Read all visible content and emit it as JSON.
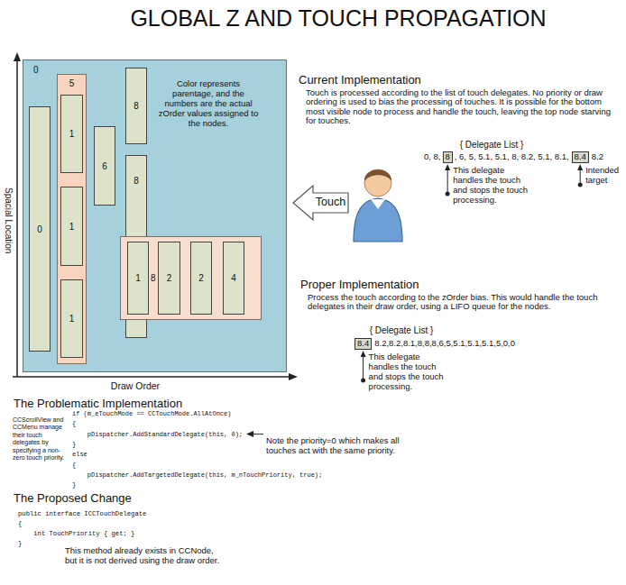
{
  "diagram": {
    "title": "GLOBAL Z AND TOUCH PROPAGATION",
    "nodes": [
      {
        "text": [
          "0"
        ]
      },
      {
        "text": [
          "0"
        ],
        "in": 0
      },
      {
        "text": [
          "5"
        ],
        "in": 0
      },
      {
        "text": [
          "1"
        ],
        "in": 2
      },
      {
        "text": [
          "1"
        ],
        "in": 2
      },
      {
        "text": [
          "1"
        ],
        "in": 2
      },
      {
        "text": [
          "6"
        ],
        "in": 0
      },
      {
        "text": [
          "8"
        ],
        "in": 0
      },
      {
        "text": [
          "8"
        ],
        "in": 0
      },
      {
        "text": [
          "8"
        ],
        "in": 0
      },
      {
        "text": [
          "1"
        ],
        "in": 9
      },
      {
        "text": [
          "2"
        ],
        "in": 9
      },
      {
        "text": [
          "2"
        ],
        "in": 9
      },
      {
        "text": [
          "4"
        ],
        "in": 9
      }
    ],
    "labels": [
      "Spacial Location",
      "Draw Order",
      "Color represents parentage, and the numbers are the actual zOrder values assigned to the nodes.",
      "Current Implementation",
      "Touch is processed according to the list of touch delegates. No priority or draw ordering is used to bias the processing of touches. It is possible for the bottom most visible node to process and handle the touch, leaving the top node starving for touches.",
      "{ Delegate List }",
      "0, 8,",
      "8",
      ", 6, 5, 5.1, 5.1, 8, 8.2, 5.1, 8.1,",
      "8.4",
      "8.2",
      "This delegate handles the touch and stops the touch processing.",
      "Intended target",
      "Touch",
      "Proper Implementation",
      "Process the touch according to the zOrder bias. This would handle the touch delegates in their draw order, using a LIFO queue for the nodes.",
      "{ Delegate List }",
      "8.4",
      "8.2,8.2,8.1,8,8,8,6,5,5.1,5.1,5.1,5,0,0",
      "This delegate handles the touch and stops the touch processing.",
      "The Problematic Implementation",
      "CCScrollView and CCMenu manage their touch delegates by specifying a non-zero touch priority.",
      "if (m_eTouchMode == CCTouchMode.AllAtOnce)",
      "{",
      "    pDispatcher.AddStandardDelegate(this, 0);",
      "}",
      "else",
      "{",
      "    pDispatcher.AddTargetedDelegate(this, m_nTouchPriority, true);",
      "}",
      "Note the priority=0 which makes all touches act with the same priority.",
      "The Proposed Change",
      "public interface ICCTouchDelegate",
      "{",
      "    int TouchPriority { get; }",
      "}",
      "This method already exists in CCNode, but it is not derived using the draw order."
    ]
  }
}
